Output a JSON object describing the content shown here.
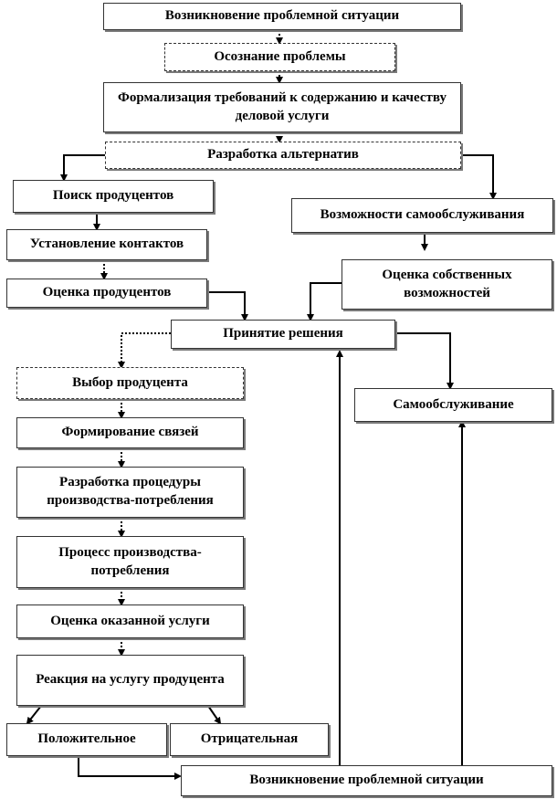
{
  "diagram": {
    "problem_situation_top": "Возникновение проблемной ситуации",
    "problem_awareness": "Осознание проблемы",
    "formalization": "Формализация требований к содержанию и качеству деловой услуги",
    "alternatives": "Разработка альтернатив",
    "search_producers": "Поиск продуцентов",
    "self_service_options": "Возможности самообслуживания",
    "establish_contacts": "Установление контактов",
    "own_capabilities": "Оценка собственных возможностей",
    "evaluate_producers": "Оценка продуцентов",
    "decision": "Принятие решения",
    "choose_producer": "Выбор продуцента",
    "form_connections": "Формирование связей",
    "self_service": "Самообслуживание",
    "procedure_dev": "Разработка процедуры производства-потребления",
    "process": "Процесс производства-потребления",
    "service_evaluation": "Оценка оказанной услуги",
    "reaction": "Реакция на услугу продуцента",
    "positive": "Положительное",
    "negative": "Отрицательная",
    "problem_situation_bottom": "Возникновение проблемной ситуации"
  }
}
